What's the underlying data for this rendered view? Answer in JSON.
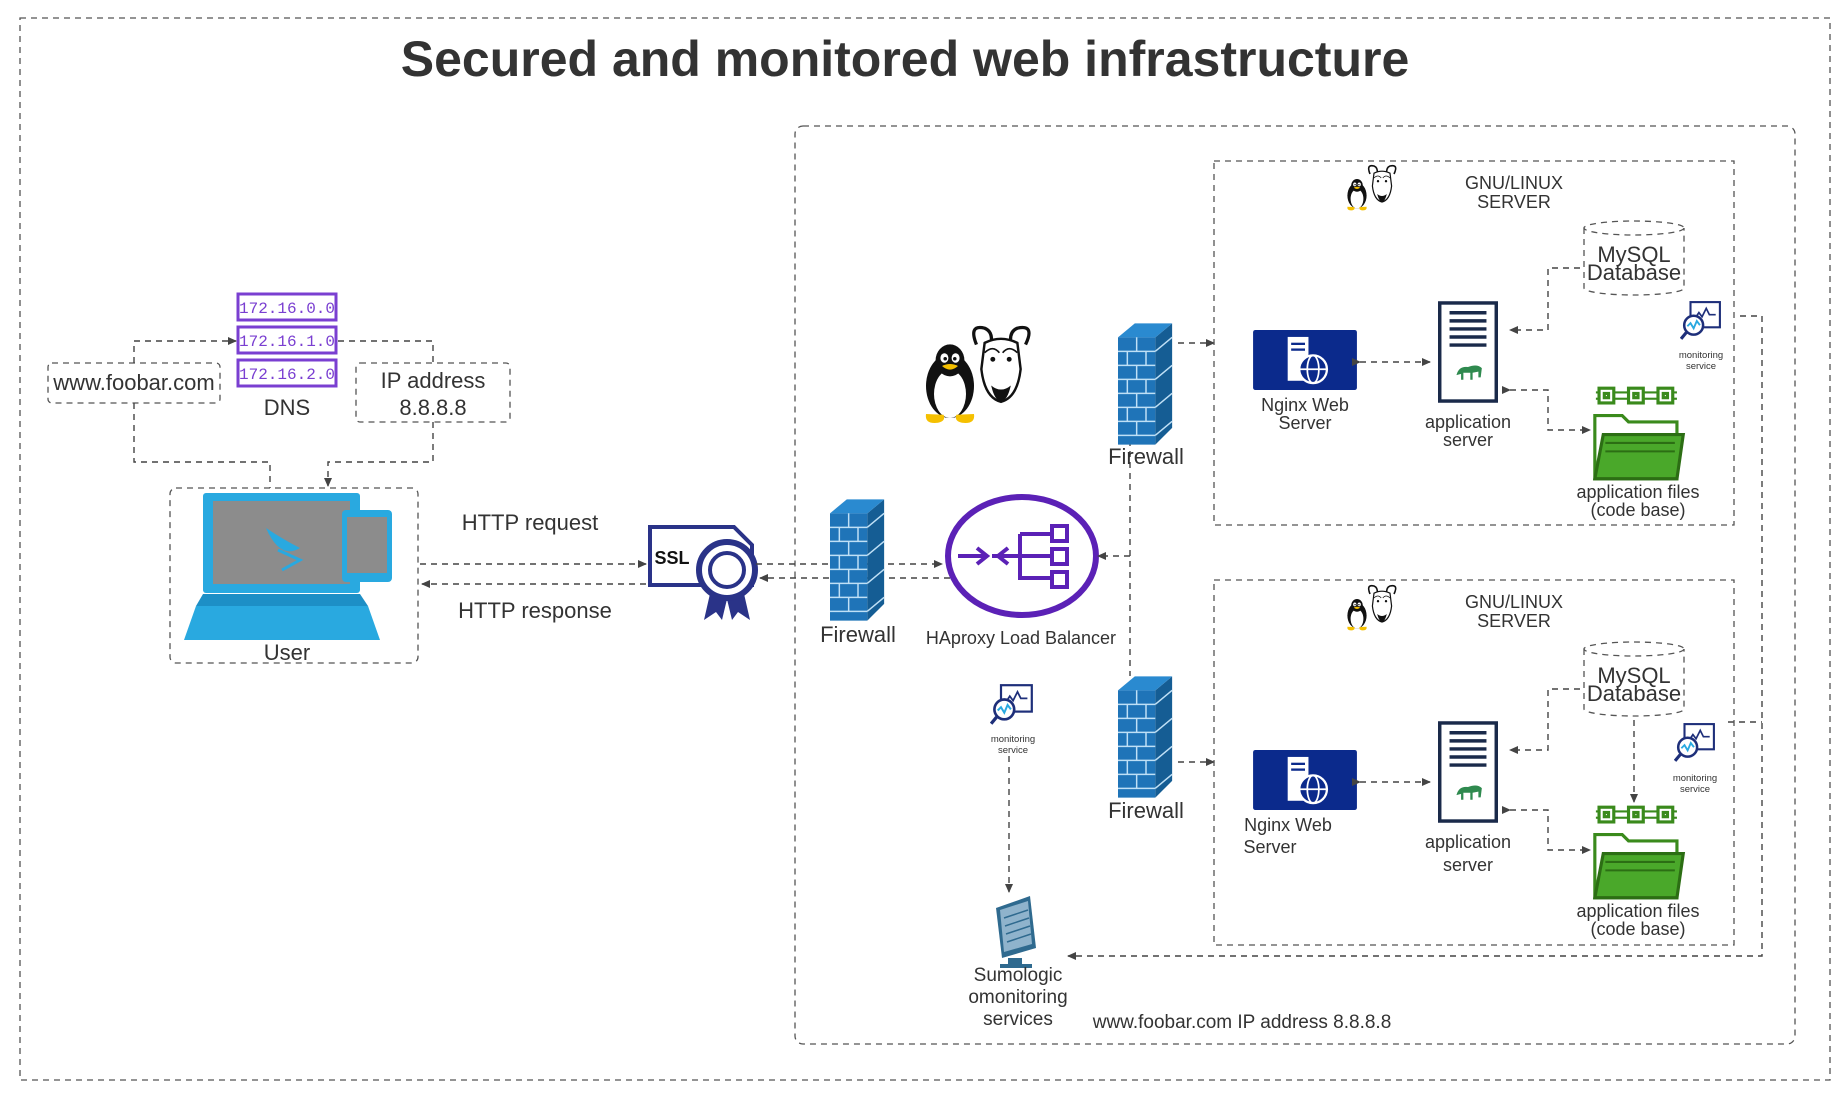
{
  "title": "Secured and monitored web infrastructure",
  "dns": {
    "ips": [
      "172.16.0.0",
      "172.16.1.0",
      "172.16.2.0"
    ],
    "label": "DNS",
    "domain": "www.foobar.com",
    "ip_label": "IP address",
    "ip_value": "8.8.8.8"
  },
  "user": {
    "label": "User"
  },
  "connections": {
    "request": "HTTP request",
    "response": "HTTP response"
  },
  "ssl": {
    "label": "SSL"
  },
  "firewall_label": "Firewall",
  "load_balancer": {
    "prefix": "HAproxy",
    "label": "Load Balancer"
  },
  "monitoring": {
    "line1": "monitoring",
    "line2": "service"
  },
  "sumologic": {
    "line1": "Sumologic",
    "line2": "omonitoring",
    "line3": "services"
  },
  "footer": "www.foobar.com IP address 8.8.8.8",
  "servers": [
    {
      "title1": "GNU/LINUX",
      "title2": "SERVER",
      "db1": "MySQL",
      "db2": "Database",
      "nginx1": "Nginx Web",
      "nginx2": "Server",
      "app1": "application",
      "app2": "server",
      "files1": "application files",
      "files2": "(code base)"
    },
    {
      "title1": "GNU/LINUX",
      "title2": "SERVER",
      "db1": "MySQL",
      "db2": "Database",
      "nginx1": "Nginx Web",
      "nginx2": "Server",
      "app1": "application",
      "app2": "server",
      "files1": "application files",
      "files2": "(code base)"
    }
  ],
  "colors": {
    "firewall": "#1f74b8",
    "laptop": "#29a9e0",
    "nginx": "#0b2a8c",
    "lb": "#5b21b6",
    "ssl": "#2a3388",
    "files": "#3a8a1c",
    "ip_box": "#7a3fd1"
  }
}
